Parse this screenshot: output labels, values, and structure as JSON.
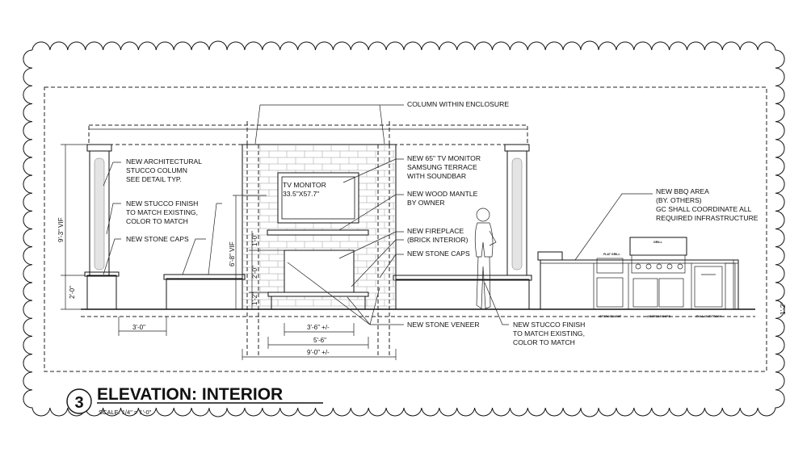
{
  "title": {
    "number": "3",
    "text": "ELEVATION: INTERIOR",
    "scale": "SCALE: 1/4\" = 1'-0\""
  },
  "notes": {
    "column_within_enclosure": "COLUMN WITHIN ENCLOSURE",
    "arch_column": [
      "NEW ARCHITECTURAL",
      "STUCCO COLUMN",
      "SEE DETAIL TYP."
    ],
    "stucco_left": [
      "NEW STUCCO FINISH",
      "TO MATCH EXISTING,",
      "COLOR TO MATCH"
    ],
    "stone_caps_left": "NEW STONE CAPS",
    "tv_box": [
      "TV MONITOR",
      "33.5\"X57.7\""
    ],
    "tv_monitor": [
      "NEW 65\" TV MONITOR",
      "SAMSUNG TERRACE",
      "WITH SOUNDBAR"
    ],
    "wood_mantle": [
      "NEW WOOD MANTLE",
      "BY OWNER"
    ],
    "fireplace": [
      "NEW FIREPLACE",
      "(BRICK INTERIOR)"
    ],
    "stone_caps_right": "NEW STONE CAPS",
    "stone_veneer": "NEW STONE VENEER",
    "stucco_right": [
      "NEW STUCCO FINISH",
      "TO MATCH EXISTING,",
      "COLOR TO MATCH"
    ],
    "bbq_area": [
      "NEW BBQ AREA",
      "(BY. OTHERS)",
      "GC SHALL COORDINATE ALL",
      "REQUIRED INFRASTRUCTURE"
    ]
  },
  "dimensions": {
    "overall_height": "9'-3\" VIF",
    "wall_height": "2'-0\"",
    "bench_width": "3'-0\"",
    "fireplace_height": "6'-8\" VIF",
    "seg_a": "1'-0\"",
    "seg_b": "2'-0\"",
    "seg_c": "1'-2\"",
    "opening_width": "3'-6\" +/-",
    "hearth_width": "5'-6\"",
    "fireplace_width": "9'-0\" +/-"
  },
  "appliance_labels": {
    "flat_grill": "FLAT GRILL",
    "grill": "GRILL",
    "storage_unit": "STORAGE UNIT",
    "access_doors": "ACCESS DOORS",
    "pull_out_trash": "PULL OUT TRASH"
  },
  "edge_mark": "1'-2\""
}
